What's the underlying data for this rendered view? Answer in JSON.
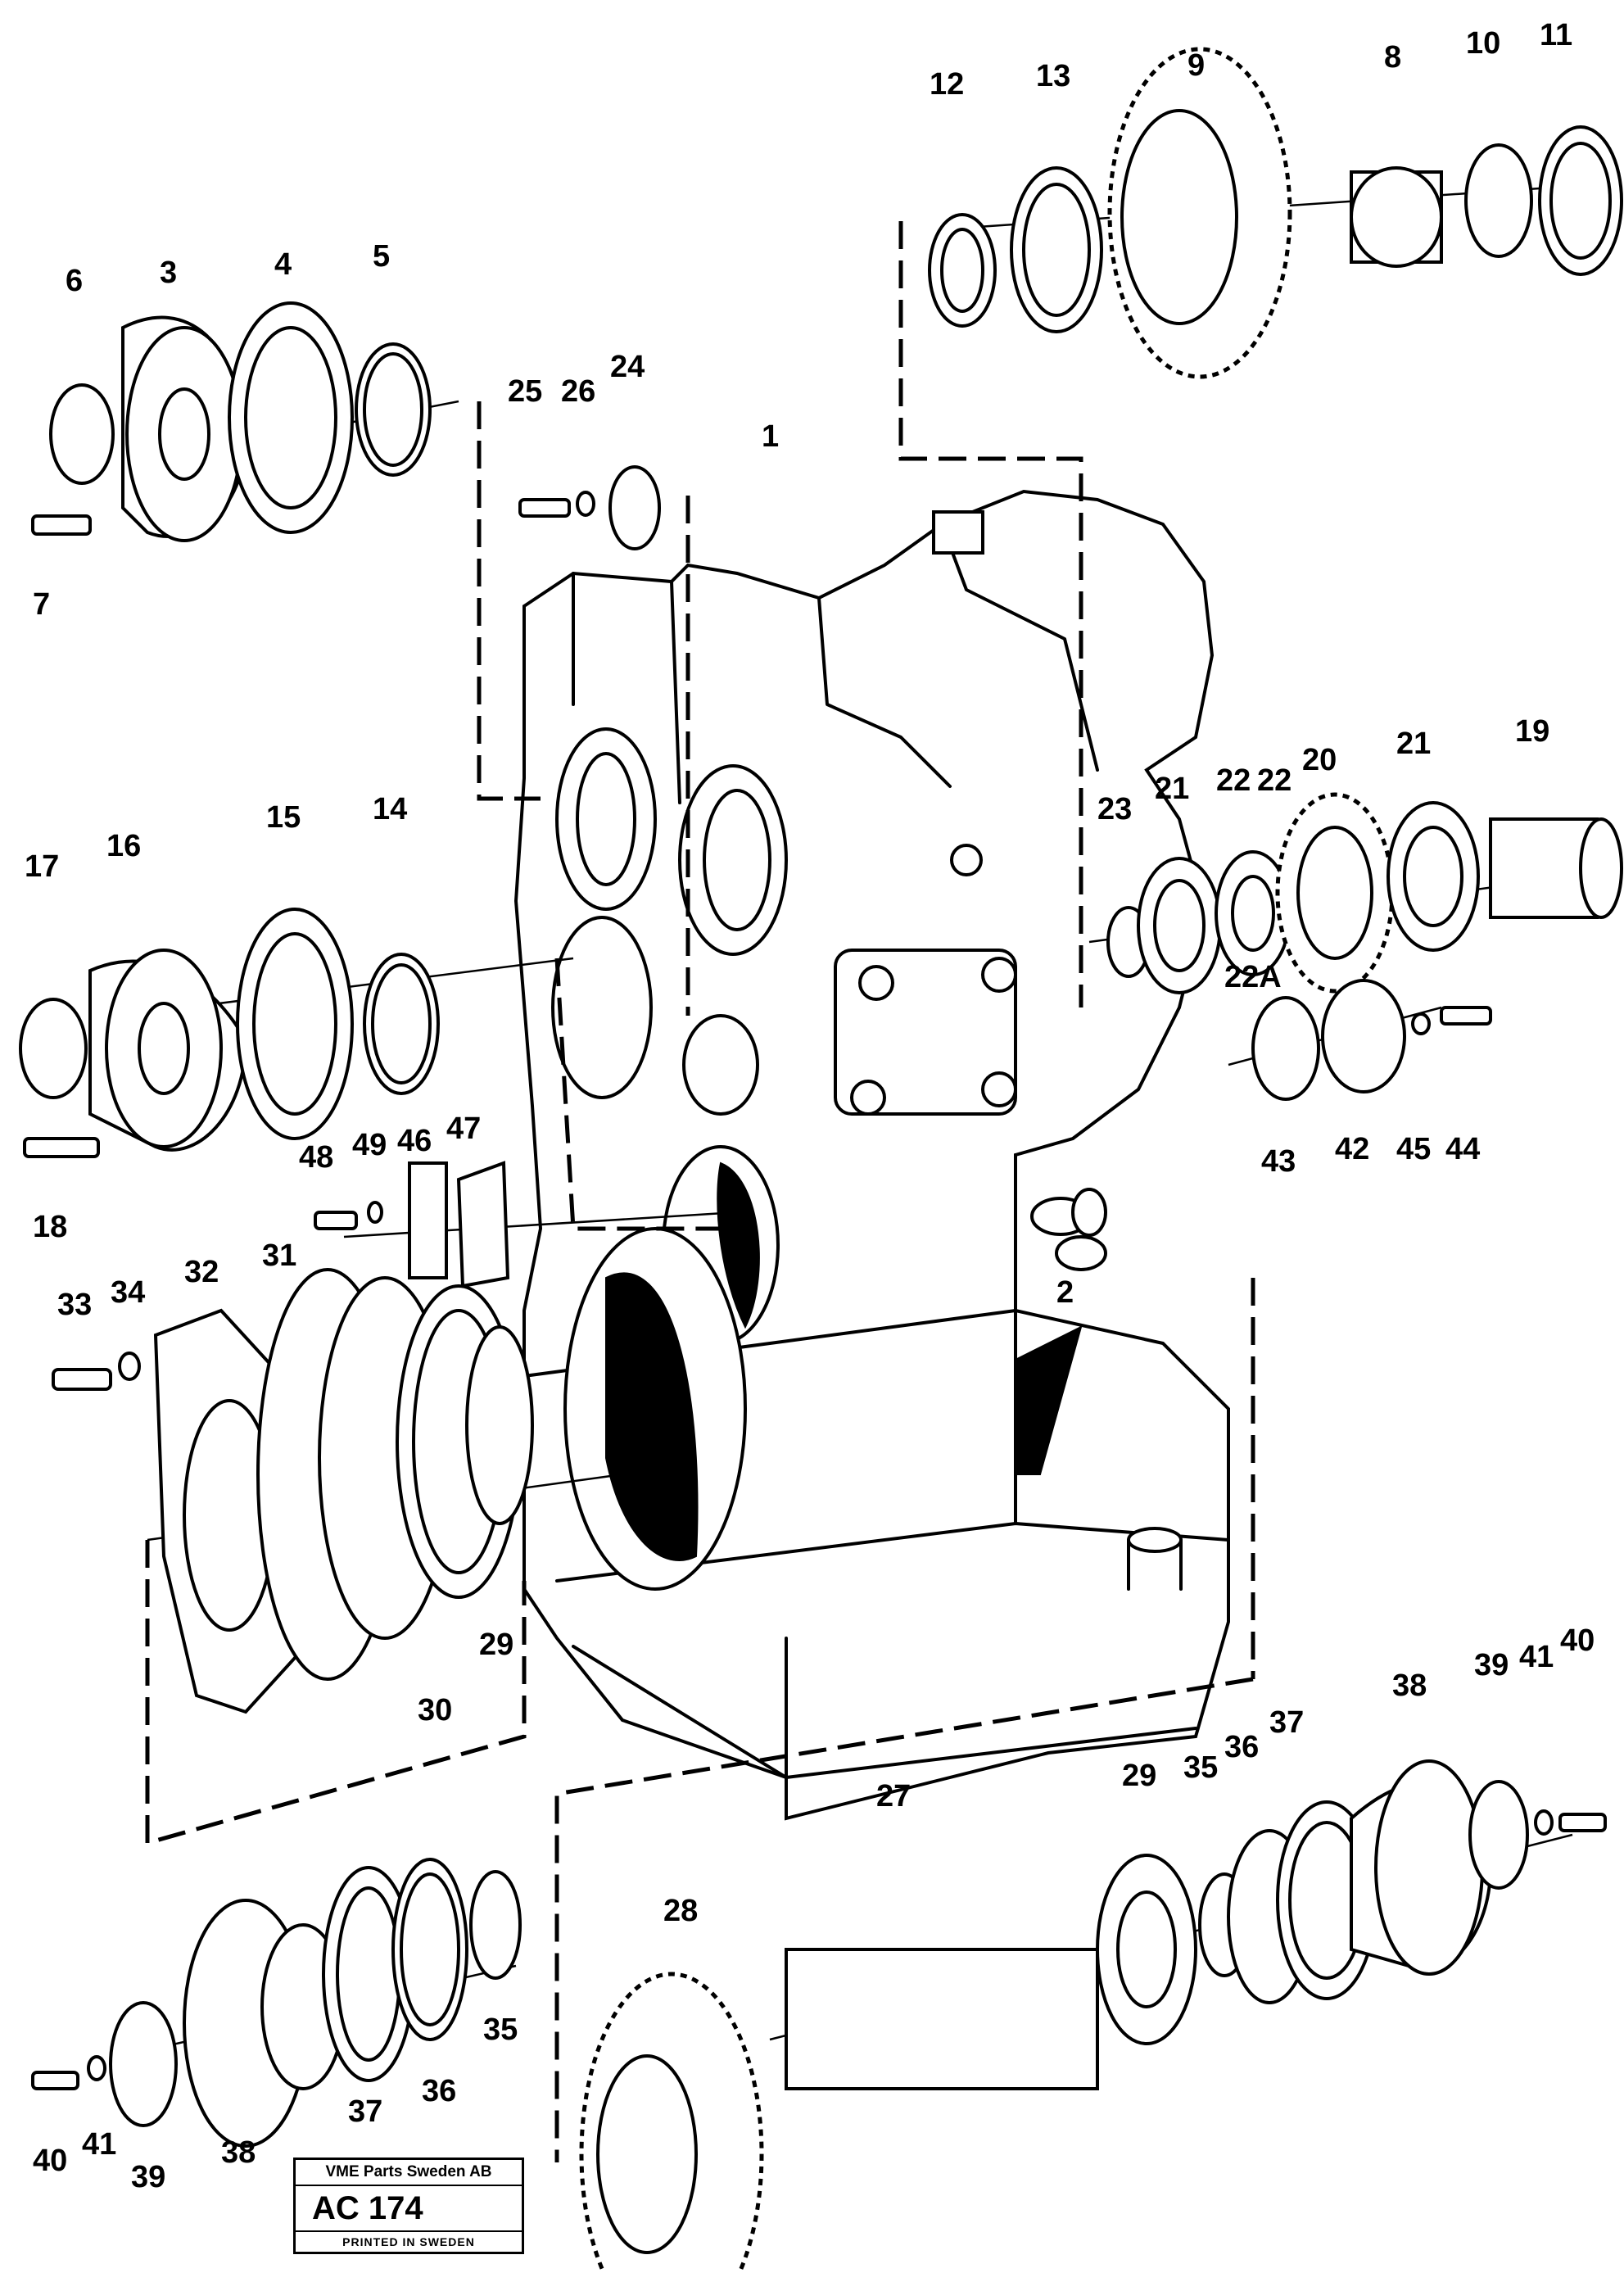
{
  "diagram": {
    "part_numbers": [
      "1",
      "2",
      "3",
      "4",
      "5",
      "6",
      "7",
      "8",
      "9",
      "10",
      "11",
      "12",
      "13",
      "14",
      "15",
      "16",
      "17",
      "18",
      "19",
      "20",
      "21",
      "21",
      "22",
      "22",
      "22A",
      "23",
      "24",
      "25",
      "26",
      "27",
      "28",
      "29",
      "29",
      "30",
      "31",
      "32",
      "33",
      "34",
      "35",
      "35",
      "36",
      "36",
      "37",
      "37",
      "38",
      "38",
      "39",
      "39",
      "40",
      "40",
      "41",
      "41",
      "42",
      "43",
      "44",
      "45",
      "46",
      "47",
      "48",
      "49"
    ]
  },
  "stamp": {
    "company": "VME Parts Sweden AB",
    "code": "AC 174",
    "printed": "PRINTED IN SWEDEN"
  }
}
